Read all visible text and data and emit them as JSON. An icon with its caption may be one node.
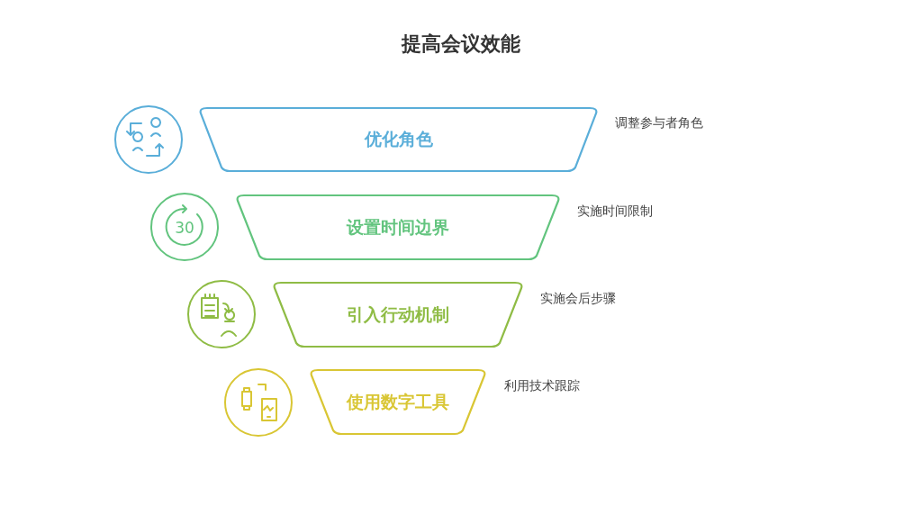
{
  "diagram": {
    "title": "提高会议效能",
    "nodes": [
      {
        "text": [
          "优化角色"
        ],
        "beside": [
          "调整参与者角色"
        ]
      },
      {
        "text": [
          "设置时间边界"
        ],
        "beside": [
          "实施时间限制"
        ]
      },
      {
        "text": [
          "引入行动机制"
        ],
        "beside": [
          "实施会后步骤"
        ]
      },
      {
        "text": [
          "使用数字工具"
        ],
        "beside": [
          "利用技术跟踪"
        ]
      }
    ],
    "edges": [],
    "labels": [
      "30"
    ]
  }
}
